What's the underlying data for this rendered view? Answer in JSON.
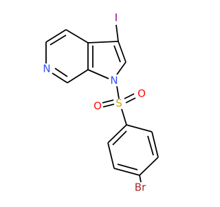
{
  "atoms": {
    "iodine": "I",
    "pyridine_nitrogen": "N",
    "pyrrole_nitrogen": "N",
    "sulfur": "S",
    "oxygen_left": "O",
    "oxygen_right": "O",
    "bromine": "Br"
  },
  "colors": {
    "iodine": "#940094",
    "nitrogen": "#3050F8",
    "sulfur": "#C8A800",
    "oxygen": "#FF0D0D",
    "bromine": "#A62929",
    "bond": "#000000"
  }
}
